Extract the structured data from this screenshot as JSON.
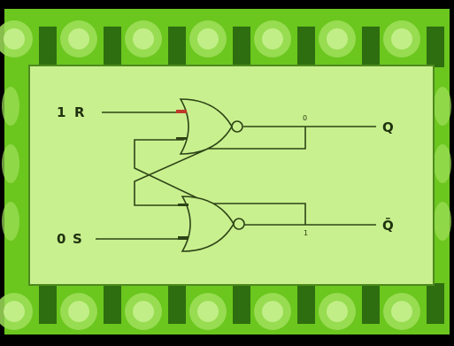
{
  "diagram": {
    "inputs": [
      {
        "value": "1",
        "label": "R"
      },
      {
        "value": "0",
        "label": "S"
      }
    ],
    "outputs": [
      {
        "label": "Q"
      },
      {
        "label": "Q̄"
      }
    ],
    "wire_markers": [
      "0",
      "1"
    ],
    "gates": [
      "NOR",
      "NOR"
    ]
  },
  "colors": {
    "outer_green": "#6bc61e",
    "inner_panel": "#c9f08f",
    "pin_dark": "#2e6e10",
    "line": "#2d4416",
    "input_marker": "#c0392b"
  }
}
